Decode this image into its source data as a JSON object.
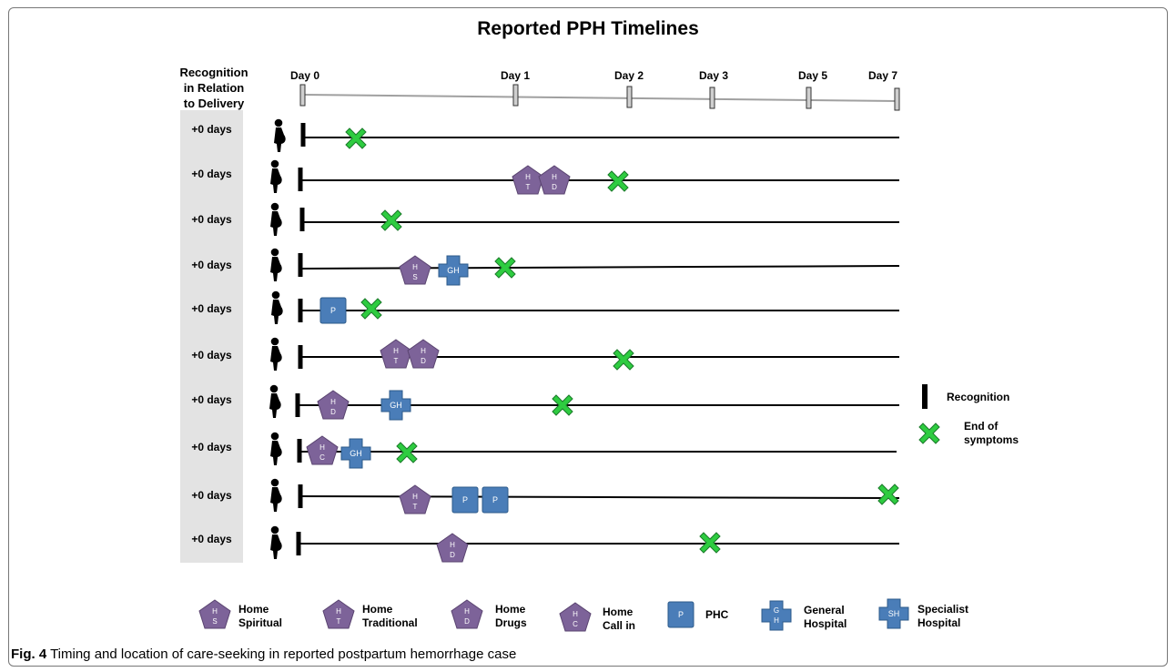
{
  "title": "Reported PPH Timelines",
  "recognition_header": [
    "Recognition",
    "in Relation",
    "to Delivery"
  ],
  "days": [
    "Day 0",
    "Day 1",
    "Day 2",
    "Day 3",
    "Day 5",
    "Day 7"
  ],
  "rows": [
    {
      "label": "+0 days",
      "markers": [
        {
          "type": "X"
        }
      ]
    },
    {
      "label": "+0 days",
      "markers": [
        {
          "type": "H",
          "code": "HT"
        },
        {
          "type": "H",
          "code": "HD"
        },
        {
          "type": "X"
        }
      ]
    },
    {
      "label": "+0 days",
      "markers": [
        {
          "type": "X"
        }
      ]
    },
    {
      "label": "+0 days",
      "markers": [
        {
          "type": "H",
          "code": "HS"
        },
        {
          "type": "GH",
          "code": "GH"
        },
        {
          "type": "X"
        }
      ]
    },
    {
      "label": "+0 days",
      "markers": [
        {
          "type": "P",
          "code": "P"
        },
        {
          "type": "X"
        }
      ]
    },
    {
      "label": "+0 days",
      "markers": [
        {
          "type": "H",
          "code": "HT"
        },
        {
          "type": "H",
          "code": "HD"
        },
        {
          "type": "X"
        }
      ]
    },
    {
      "label": "+0 days",
      "markers": [
        {
          "type": "H",
          "code": "HD"
        },
        {
          "type": "GH",
          "code": "GH"
        },
        {
          "type": "X"
        }
      ]
    },
    {
      "label": "+0 days",
      "markers": [
        {
          "type": "H",
          "code": "HC"
        },
        {
          "type": "GH",
          "code": "GH"
        },
        {
          "type": "X"
        }
      ]
    },
    {
      "label": "+0 days",
      "markers": [
        {
          "type": "H",
          "code": "HT"
        },
        {
          "type": "P",
          "code": "P"
        },
        {
          "type": "P",
          "code": "P"
        },
        {
          "type": "X"
        }
      ]
    },
    {
      "label": "+0 days",
      "markers": [
        {
          "type": "H",
          "code": "HD"
        },
        {
          "type": "X"
        }
      ]
    }
  ],
  "side_legend": {
    "recognition": "Recognition",
    "end_of_symptoms": [
      "End of",
      "symptoms"
    ]
  },
  "bottom_legend": [
    {
      "icon": "pent",
      "code": "HS",
      "text": [
        "Home",
        "Spiritual"
      ]
    },
    {
      "icon": "pent",
      "code": "HT",
      "text": [
        "Home",
        "Traditional"
      ]
    },
    {
      "icon": "pent",
      "code": "HD",
      "text": [
        "Home",
        "Drugs"
      ]
    },
    {
      "icon": "pent",
      "code": "HC",
      "text": [
        "Home",
        "Call in"
      ]
    },
    {
      "icon": "square",
      "code": "P",
      "text": [
        "PHC"
      ]
    },
    {
      "icon": "cross",
      "code": "GH",
      "text": [
        "General",
        "Hospital"
      ]
    },
    {
      "icon": "cross",
      "code": "SH",
      "text": [
        "Specialist",
        "Hospital"
      ]
    }
  ],
  "caption": {
    "fig": "Fig. 4",
    "text": "Timing and location of care-seeking in reported postpartum hemorrhage case"
  },
  "colors": {
    "pentagon": "#7d6399",
    "pentagon_stroke": "#5a4470",
    "blue": "#4a7db8",
    "blue_stroke": "#2c5a8a",
    "x_fill": "#2ecc40",
    "x_stroke": "#1b7a2a",
    "gray_col": "#e3e3e3",
    "timeline_top": "#a0a0a0"
  }
}
